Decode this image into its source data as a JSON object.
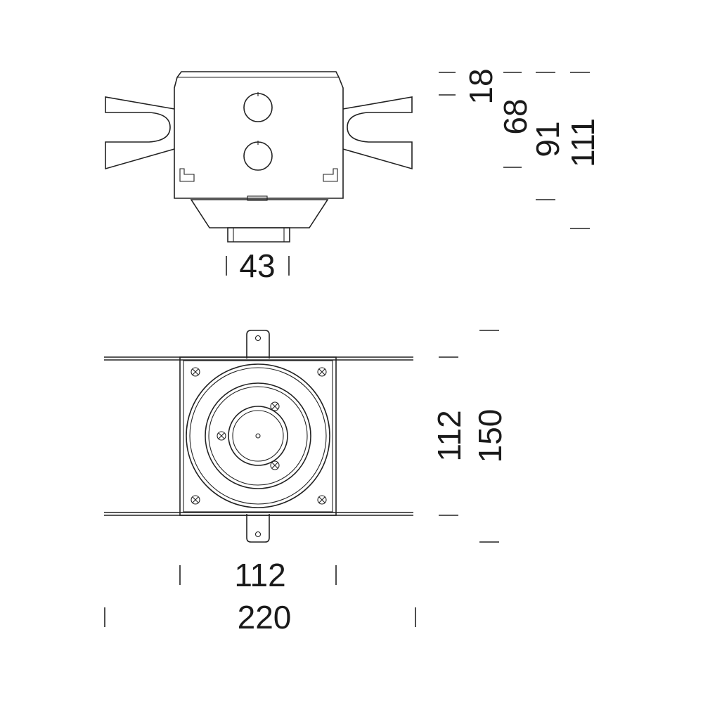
{
  "side_view": {
    "width_label": "43",
    "height_labels": {
      "top": "18",
      "h68": "68",
      "h91": "91",
      "h111": "111"
    }
  },
  "top_view": {
    "inner_height_label": "112",
    "outer_height_label": "150",
    "inner_width_label": "112",
    "outer_width_label": "220"
  },
  "colors": {
    "line": "#222222",
    "background": "#ffffff"
  }
}
